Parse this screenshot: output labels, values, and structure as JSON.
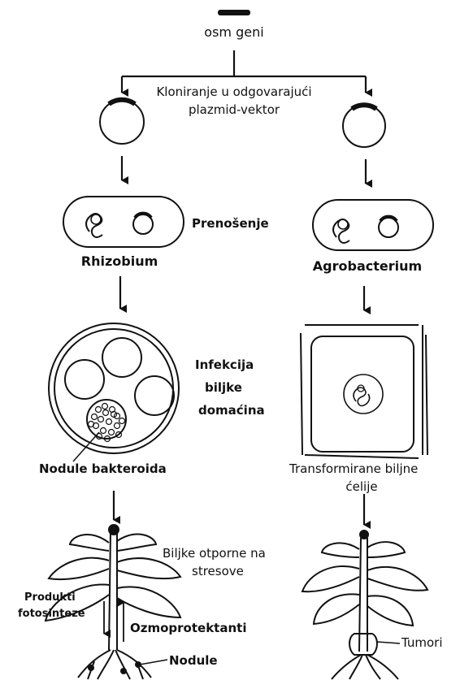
{
  "labels": {
    "gene": "osm geni",
    "cloning_line1": "Kloniranje u odgovarajući",
    "cloning_line2": "plazmid-vektor",
    "transfer": "Prenošenje",
    "rhizobium": "Rhizobium",
    "agrobacterium": "Agrobacterium",
    "infection_line1": "Infekcija",
    "infection_line2": "biljke",
    "infection_line3": "domaćina",
    "nodule_bacteroids": "Nodule bakteroida",
    "transformed_line1": "Transformirane biljne",
    "transformed_line2": "ćelije",
    "resistant_line1": "Biljke otporne na",
    "resistant_line2": "stresove",
    "products_line1": "Produkti",
    "products_line2": "fotosinteze",
    "osmoprotectants": "Ozmoprotektanti",
    "nodules": "Nodule",
    "tumors": "Tumori"
  },
  "colors": {
    "ink": "#111111",
    "background": "#ffffff"
  }
}
